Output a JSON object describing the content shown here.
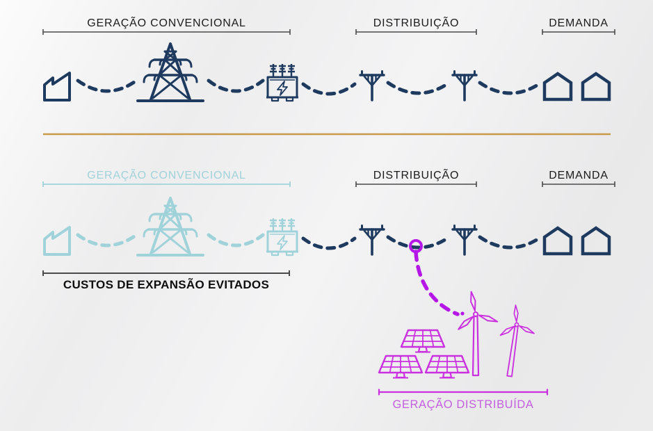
{
  "colors": {
    "navy": "#1e3a5f",
    "teal": "#a0d2da",
    "gold": "#c89a4a",
    "magenta": "#b517e8",
    "magenta-light": "#cb30e0",
    "magenta-text": "#c45fdf",
    "ink": "#1b1b1b",
    "line": "#4a4a4a"
  },
  "diagram": {
    "top": {
      "generation_label": "GERAÇÃO CONVENCIONAL",
      "distribution_label": "DISTRIBUIÇÃO",
      "demand_label": "DEMANDA"
    },
    "bottom": {
      "generation_label": "GERAÇÃO CONVENCIONAL",
      "distribution_label": "DISTRIBUIÇÃO",
      "demand_label": "DEMANDA",
      "avoided_costs_label": "CUSTOS DE EXPANSÃO EVITADOS",
      "distributed_generation_label": "GERAÇÃO DISTRIBUÍDA"
    },
    "icons": {
      "generation": "factory-icon",
      "transmission": "transmission-tower-icon",
      "substation": "transformer-icon",
      "distribution": "utility-pole-icon",
      "demand": "house-icon",
      "solar": "solar-panel-icon",
      "wind": "wind-turbine-icon",
      "interconnection": "grid-connection-point-icon"
    }
  }
}
